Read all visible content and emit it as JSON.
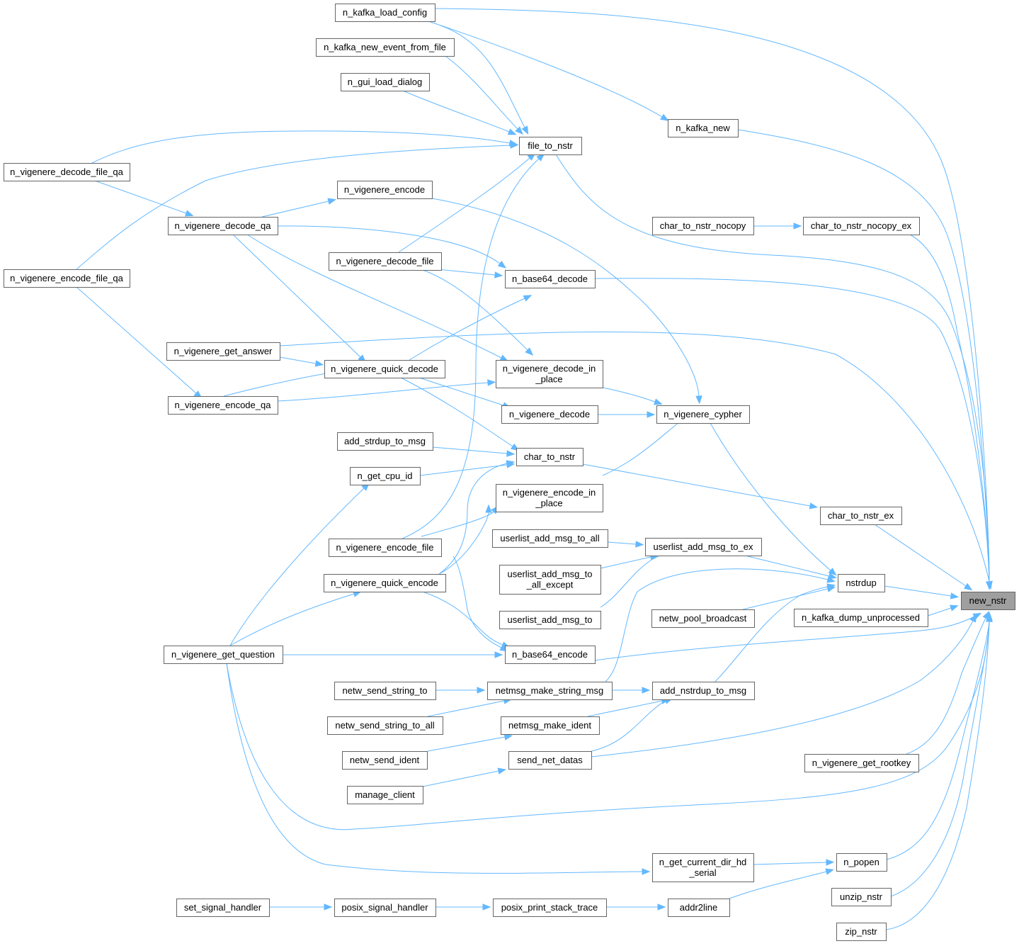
{
  "graph": {
    "root": "new_nstr",
    "colors": {
      "edge": "#63b8ff",
      "node_border": "#666666",
      "node_fill": "#ffffff",
      "root_fill": "#9f9f9f",
      "text": "#000000"
    },
    "nodes": [
      {
        "id": "new_nstr",
        "lines": [
          "new_nstr"
        ]
      },
      {
        "id": "n_kafka_load_config",
        "lines": [
          "n_kafka_load_config"
        ]
      },
      {
        "id": "n_kafka_new_event_from_file",
        "lines": [
          "n_kafka_new_event_from_file"
        ]
      },
      {
        "id": "n_gui_load_dialog",
        "lines": [
          "n_gui_load_dialog"
        ]
      },
      {
        "id": "n_kafka_new",
        "lines": [
          "n_kafka_new"
        ]
      },
      {
        "id": "file_to_nstr",
        "lines": [
          "file_to_nstr"
        ]
      },
      {
        "id": "n_vigenere_decode_file_qa",
        "lines": [
          "n_vigenere_decode_file_qa"
        ]
      },
      {
        "id": "n_vigenere_encode",
        "lines": [
          "n_vigenere_encode"
        ]
      },
      {
        "id": "n_vigenere_decode_qa",
        "lines": [
          "n_vigenere_decode_qa"
        ]
      },
      {
        "id": "char_to_nstr_nocopy",
        "lines": [
          "char_to_nstr_nocopy"
        ]
      },
      {
        "id": "char_to_nstr_nocopy_ex",
        "lines": [
          "char_to_nstr_nocopy_ex"
        ]
      },
      {
        "id": "n_vigenere_decode_file",
        "lines": [
          "n_vigenere_decode_file"
        ]
      },
      {
        "id": "n_vigenere_encode_file_qa",
        "lines": [
          "n_vigenere_encode_file_qa"
        ]
      },
      {
        "id": "n_base64_decode",
        "lines": [
          "n_base64_decode"
        ]
      },
      {
        "id": "n_vigenere_get_answer",
        "lines": [
          "n_vigenere_get_answer"
        ]
      },
      {
        "id": "n_vigenere_quick_decode",
        "lines": [
          "n_vigenere_quick_decode"
        ]
      },
      {
        "id": "n_vigenere_decode_in_place",
        "lines": [
          "n_vigenere_decode_in",
          "_place"
        ]
      },
      {
        "id": "n_vigenere_encode_qa",
        "lines": [
          "n_vigenere_encode_qa"
        ]
      },
      {
        "id": "n_vigenere_decode",
        "lines": [
          "n_vigenere_decode"
        ]
      },
      {
        "id": "n_vigenere_cypher",
        "lines": [
          "n_vigenere_cypher"
        ]
      },
      {
        "id": "add_strdup_to_msg",
        "lines": [
          "add_strdup_to_msg"
        ]
      },
      {
        "id": "char_to_nstr",
        "lines": [
          "char_to_nstr"
        ]
      },
      {
        "id": "n_get_cpu_id",
        "lines": [
          "n_get_cpu_id"
        ]
      },
      {
        "id": "n_vigenere_encode_in_place",
        "lines": [
          "n_vigenere_encode_in",
          "_place"
        ]
      },
      {
        "id": "char_to_nstr_ex",
        "lines": [
          "char_to_nstr_ex"
        ]
      },
      {
        "id": "userlist_add_msg_to_all",
        "lines": [
          "userlist_add_msg_to_all"
        ]
      },
      {
        "id": "userlist_add_msg_to_ex",
        "lines": [
          "userlist_add_msg_to_ex"
        ]
      },
      {
        "id": "n_vigenere_encode_file",
        "lines": [
          "n_vigenere_encode_file"
        ]
      },
      {
        "id": "userlist_add_msg_to_all_except",
        "lines": [
          "userlist_add_msg_to",
          "_all_except"
        ]
      },
      {
        "id": "nstrdup",
        "lines": [
          "nstrdup"
        ]
      },
      {
        "id": "n_vigenere_quick_encode",
        "lines": [
          "n_vigenere_quick_encode"
        ]
      },
      {
        "id": "n_kafka_dump_unprocessed",
        "lines": [
          "n_kafka_dump_unprocessed"
        ]
      },
      {
        "id": "userlist_add_msg_to",
        "lines": [
          "userlist_add_msg_to"
        ]
      },
      {
        "id": "netw_pool_broadcast",
        "lines": [
          "netw_pool_broadcast"
        ]
      },
      {
        "id": "n_vigenere_get_question",
        "lines": [
          "n_vigenere_get_question"
        ]
      },
      {
        "id": "n_base64_encode",
        "lines": [
          "n_base64_encode"
        ]
      },
      {
        "id": "netw_send_string_to",
        "lines": [
          "netw_send_string_to"
        ]
      },
      {
        "id": "netmsg_make_string_msg",
        "lines": [
          "netmsg_make_string_msg"
        ]
      },
      {
        "id": "add_nstrdup_to_msg",
        "lines": [
          "add_nstrdup_to_msg"
        ]
      },
      {
        "id": "netw_send_string_to_all",
        "lines": [
          "netw_send_string_to_all"
        ]
      },
      {
        "id": "netmsg_make_ident",
        "lines": [
          "netmsg_make_ident"
        ]
      },
      {
        "id": "netw_send_ident",
        "lines": [
          "netw_send_ident"
        ]
      },
      {
        "id": "send_net_datas",
        "lines": [
          "send_net_datas"
        ]
      },
      {
        "id": "n_vigenere_get_rootkey",
        "lines": [
          "n_vigenere_get_rootkey"
        ]
      },
      {
        "id": "manage_client",
        "lines": [
          "manage_client"
        ]
      },
      {
        "id": "n_get_current_dir_hd_serial",
        "lines": [
          "n_get_current_dir_hd",
          "_serial"
        ]
      },
      {
        "id": "n_popen",
        "lines": [
          "n_popen"
        ]
      },
      {
        "id": "unzip_nstr",
        "lines": [
          "unzip_nstr"
        ]
      },
      {
        "id": "set_signal_handler",
        "lines": [
          "set_signal_handler"
        ]
      },
      {
        "id": "posix_signal_handler",
        "lines": [
          "posix_signal_handler"
        ]
      },
      {
        "id": "posix_print_stack_trace",
        "lines": [
          "posix_print_stack_trace"
        ]
      },
      {
        "id": "addr2line",
        "lines": [
          "addr2line"
        ]
      },
      {
        "id": "zip_nstr",
        "lines": [
          "zip_nstr"
        ]
      }
    ],
    "edges": [
      {
        "from": "n_kafka_load_config",
        "to": "new_nstr"
      },
      {
        "from": "n_kafka_load_config",
        "to": "n_kafka_new"
      },
      {
        "from": "n_kafka_load_config",
        "to": "file_to_nstr"
      },
      {
        "from": "n_kafka_new_event_from_file",
        "to": "file_to_nstr"
      },
      {
        "from": "n_gui_load_dialog",
        "to": "file_to_nstr"
      },
      {
        "from": "n_kafka_new",
        "to": "new_nstr"
      },
      {
        "from": "file_to_nstr",
        "to": "new_nstr"
      },
      {
        "from": "n_vigenere_decode_file_qa",
        "to": "file_to_nstr"
      },
      {
        "from": "n_vigenere_decode_file_qa",
        "to": "n_vigenere_decode_qa"
      },
      {
        "from": "n_vigenere_encode_file_qa",
        "to": "file_to_nstr"
      },
      {
        "from": "n_vigenere_encode_file_qa",
        "to": "n_vigenere_encode_qa"
      },
      {
        "from": "n_vigenere_decode_file",
        "to": "file_to_nstr"
      },
      {
        "from": "n_vigenere_encode_file",
        "to": "file_to_nstr"
      },
      {
        "from": "n_vigenere_decode_qa",
        "to": "n_vigenere_encode"
      },
      {
        "from": "n_vigenere_decode_qa",
        "to": "n_base64_decode"
      },
      {
        "from": "n_vigenere_decode_qa",
        "to": "n_vigenere_quick_decode"
      },
      {
        "from": "n_vigenere_decode_qa",
        "to": "n_vigenere_decode_in_place"
      },
      {
        "from": "n_vigenere_encode",
        "to": "n_vigenere_cypher"
      },
      {
        "from": "char_to_nstr_nocopy",
        "to": "char_to_nstr_nocopy_ex"
      },
      {
        "from": "char_to_nstr_nocopy_ex",
        "to": "new_nstr"
      },
      {
        "from": "n_vigenere_decode_file",
        "to": "n_base64_decode"
      },
      {
        "from": "n_vigenere_decode_file",
        "to": "n_vigenere_decode_in_place"
      },
      {
        "from": "n_base64_decode",
        "to": "new_nstr"
      },
      {
        "from": "n_vigenere_quick_decode",
        "to": "n_base64_decode"
      },
      {
        "from": "n_vigenere_quick_decode",
        "to": "n_vigenere_decode"
      },
      {
        "from": "n_vigenere_quick_decode",
        "to": "char_to_nstr"
      },
      {
        "from": "n_vigenere_get_answer",
        "to": "new_nstr"
      },
      {
        "from": "n_vigenere_get_answer",
        "to": "n_vigenere_quick_decode"
      },
      {
        "from": "n_vigenere_encode_qa",
        "to": "n_vigenere_quick_decode"
      },
      {
        "from": "n_vigenere_encode_qa",
        "to": "n_vigenere_decode_in_place"
      },
      {
        "from": "n_vigenere_encode_qa",
        "to": "n_vigenere_encode_in_place"
      },
      {
        "from": "n_vigenere_encode_qa",
        "to": "n_base64_encode"
      },
      {
        "from": "n_vigenere_decode_in_place",
        "to": "n_vigenere_cypher"
      },
      {
        "from": "n_vigenere_decode",
        "to": "n_vigenere_cypher"
      },
      {
        "from": "n_vigenere_encode_in_place",
        "to": "n_vigenere_cypher"
      },
      {
        "from": "n_vigenere_cypher",
        "to": "nstrdup"
      },
      {
        "from": "add_strdup_to_msg",
        "to": "char_to_nstr"
      },
      {
        "from": "n_get_cpu_id",
        "to": "char_to_nstr"
      },
      {
        "from": "n_vigenere_quick_encode",
        "to": "char_to_nstr"
      },
      {
        "from": "n_vigenere_quick_encode",
        "to": "n_base64_encode"
      },
      {
        "from": "n_vigenere_quick_encode",
        "to": "n_vigenere_encode_in_place"
      },
      {
        "from": "char_to_nstr",
        "to": "char_to_nstr_ex"
      },
      {
        "from": "char_to_nstr_ex",
        "to": "new_nstr"
      },
      {
        "from": "n_vigenere_encode_file",
        "to": "n_vigenere_encode_in_place"
      },
      {
        "from": "n_vigenere_encode_file",
        "to": "n_base64_encode"
      },
      {
        "from": "userlist_add_msg_to_all",
        "to": "userlist_add_msg_to_ex"
      },
      {
        "from": "userlist_add_msg_to_all_except",
        "to": "userlist_add_msg_to_ex"
      },
      {
        "from": "userlist_add_msg_to",
        "to": "userlist_add_msg_to_ex"
      },
      {
        "from": "userlist_add_msg_to_ex",
        "to": "nstrdup"
      },
      {
        "from": "netw_pool_broadcast",
        "to": "nstrdup"
      },
      {
        "from": "netmsg_make_string_msg",
        "to": "nstrdup"
      },
      {
        "from": "add_nstrdup_to_msg",
        "to": "nstrdup"
      },
      {
        "from": "nstrdup",
        "to": "new_nstr"
      },
      {
        "from": "n_kafka_dump_unprocessed",
        "to": "new_nstr"
      },
      {
        "from": "n_vigenere_get_question",
        "to": "n_vigenere_quick_encode"
      },
      {
        "from": "n_vigenere_get_question",
        "to": "n_base64_encode"
      },
      {
        "from": "n_vigenere_get_question",
        "to": "n_get_cpu_id"
      },
      {
        "from": "n_vigenere_get_question",
        "to": "new_nstr"
      },
      {
        "from": "n_vigenere_get_question",
        "to": "n_get_current_dir_hd_serial"
      },
      {
        "from": "n_base64_encode",
        "to": "new_nstr"
      },
      {
        "from": "netw_send_string_to",
        "to": "netmsg_make_string_msg"
      },
      {
        "from": "netw_send_string_to_all",
        "to": "netmsg_make_string_msg"
      },
      {
        "from": "netmsg_make_string_msg",
        "to": "add_nstrdup_to_msg"
      },
      {
        "from": "netmsg_make_ident",
        "to": "add_nstrdup_to_msg"
      },
      {
        "from": "send_net_datas",
        "to": "add_nstrdup_to_msg"
      },
      {
        "from": "send_net_datas",
        "to": "new_nstr"
      },
      {
        "from": "netw_send_ident",
        "to": "netmsg_make_ident"
      },
      {
        "from": "manage_client",
        "to": "send_net_datas"
      },
      {
        "from": "n_vigenere_get_rootkey",
        "to": "new_nstr"
      },
      {
        "from": "n_get_current_dir_hd_serial",
        "to": "n_popen"
      },
      {
        "from": "addr2line",
        "to": "n_popen"
      },
      {
        "from": "n_popen",
        "to": "new_nstr"
      },
      {
        "from": "unzip_nstr",
        "to": "new_nstr"
      },
      {
        "from": "zip_nstr",
        "to": "new_nstr"
      },
      {
        "from": "set_signal_handler",
        "to": "posix_signal_handler"
      },
      {
        "from": "posix_signal_handler",
        "to": "posix_print_stack_trace"
      },
      {
        "from": "posix_print_stack_trace",
        "to": "addr2line"
      }
    ]
  }
}
